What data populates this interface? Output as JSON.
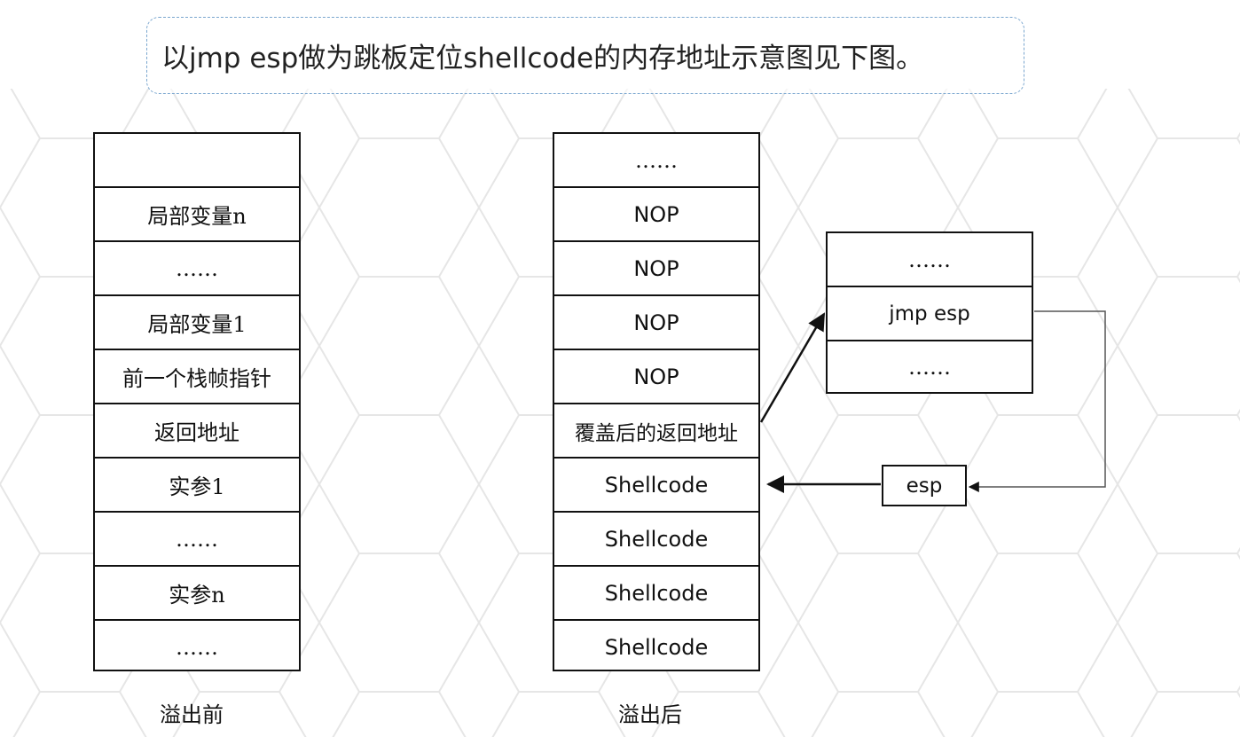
{
  "title": "以jmp esp做为跳板定位shellcode的内存地址示意图见下图。",
  "before_stack": {
    "cells": [
      "",
      "局部变量n",
      "……",
      "局部变量1",
      "前一个栈帧指针",
      "返回地址",
      "实参1",
      "……",
      "实参n",
      "……"
    ],
    "caption": "溢出前"
  },
  "after_stack": {
    "cells": [
      "……",
      "NOP",
      "NOP",
      "NOP",
      "NOP",
      "覆盖后的返回地址",
      "Shellcode",
      "Shellcode",
      "Shellcode",
      "Shellcode"
    ],
    "caption": "溢出后"
  },
  "jmp_stack": {
    "cells": [
      "……",
      "jmp esp",
      "……"
    ]
  },
  "esp_label": "esp",
  "colors": {
    "line": "#111111",
    "title_border": "#7aa6cf"
  }
}
